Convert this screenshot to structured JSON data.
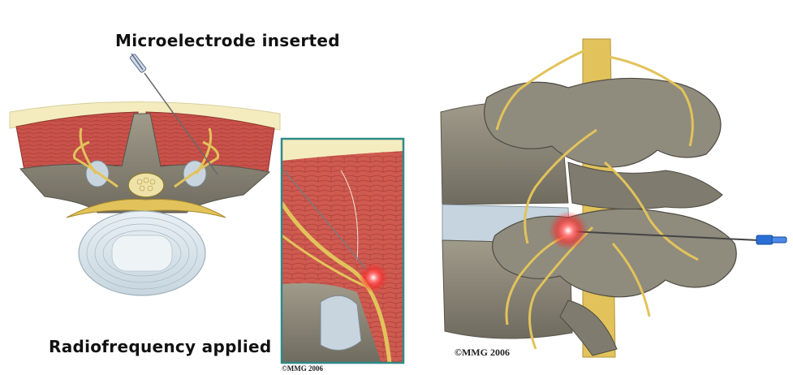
{
  "labels": {
    "top": "Microelectrode inserted",
    "bottom": "Radiofrequency applied"
  },
  "copyright": {
    "right_panel": "©MMG 2006",
    "inset_panel": "©MMG 2006"
  },
  "colors": {
    "muscle": "#c9524a",
    "fat": "#f4ecbf",
    "bone": "#8a8677",
    "nerve": "#e2c35b",
    "disc": "#dbe7ee",
    "glow": "#ff3b3b",
    "inset_border": "#2f8a86",
    "needle_hub": "#2a6fd6"
  }
}
